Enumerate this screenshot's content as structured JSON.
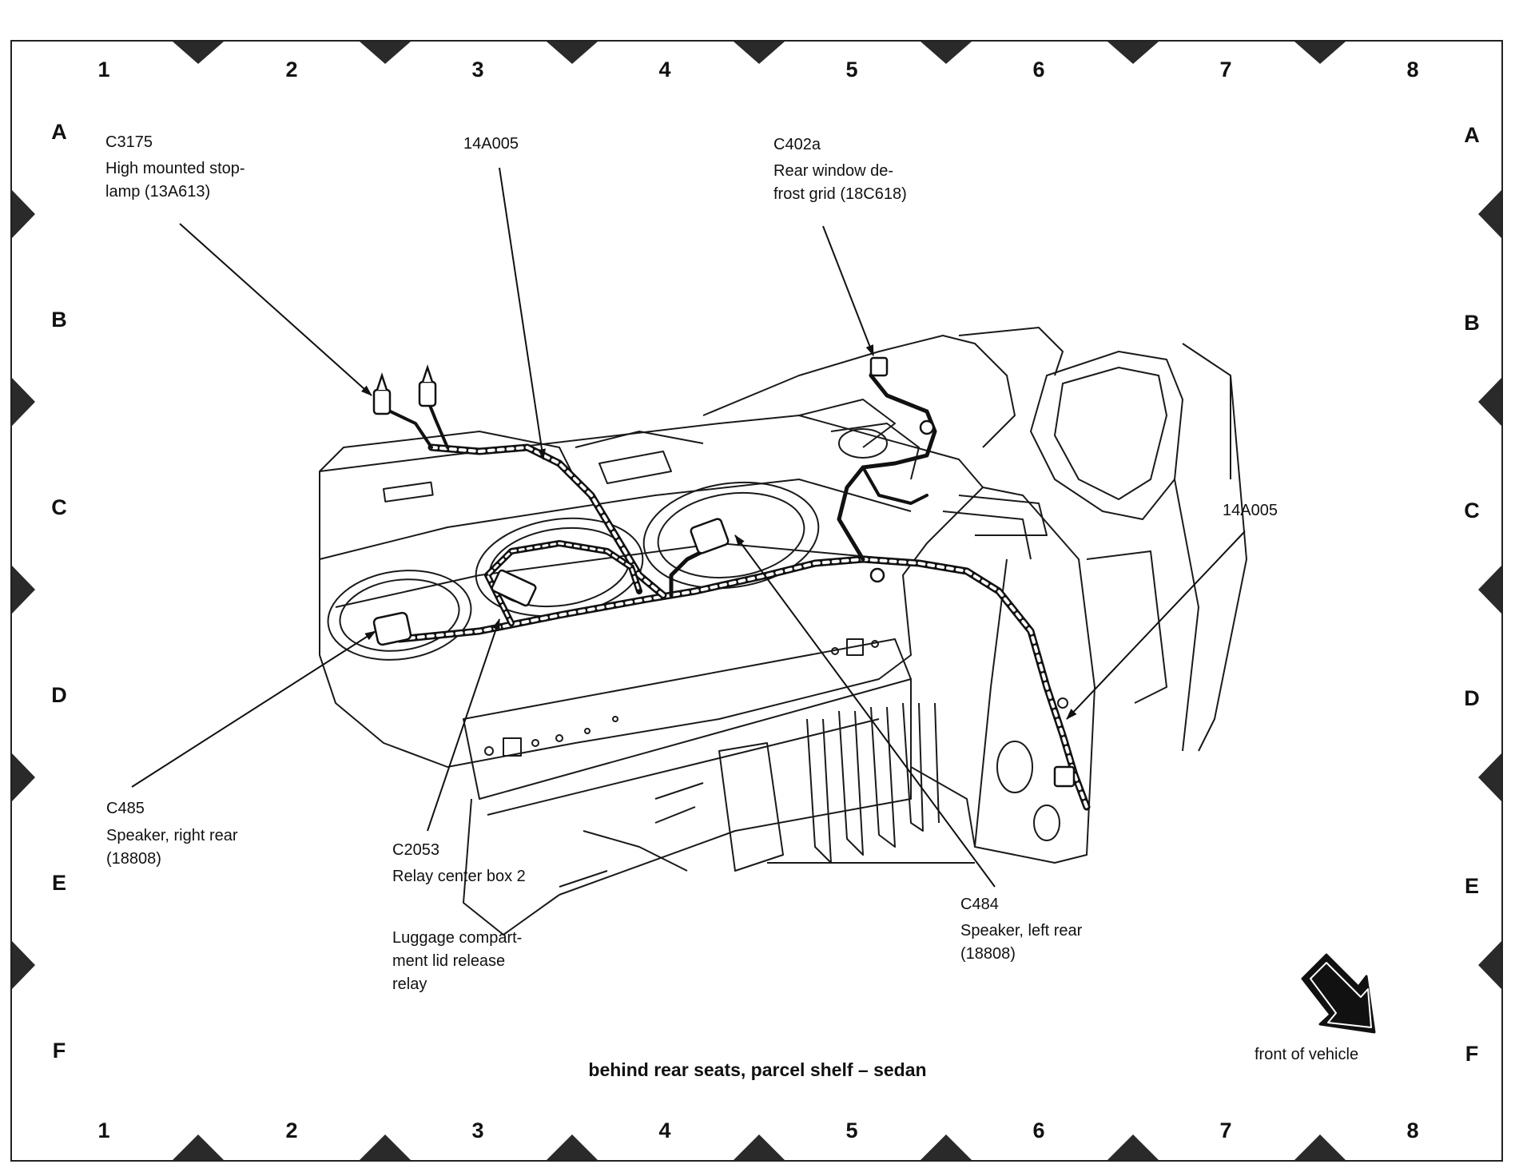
{
  "grid": {
    "columns": [
      "1",
      "2",
      "3",
      "4",
      "5",
      "6",
      "7",
      "8"
    ],
    "rows": [
      "A",
      "B",
      "C",
      "D",
      "E",
      "F"
    ]
  },
  "callouts": {
    "c3175": {
      "code": "C3175",
      "desc": "High mounted stop-\nlamp (13A613)"
    },
    "a14a005_top": {
      "code": "14A005"
    },
    "c402a": {
      "code": "C402a",
      "desc": "Rear window de-\nfrost grid (18C618)"
    },
    "a14a005_right": {
      "code": "14A005"
    },
    "c485": {
      "code": "C485",
      "desc": "Speaker, right rear\n(18808)"
    },
    "c2053": {
      "code": "C2053",
      "desc": "Relay center box 2",
      "desc2": "Luggage compart-\nment lid release\nrelay"
    },
    "c484": {
      "code": "C484",
      "desc": "Speaker, left rear\n(18808)"
    }
  },
  "caption": "behind rear seats, parcel shelf – sedan",
  "orientation_label": "front of vehicle"
}
